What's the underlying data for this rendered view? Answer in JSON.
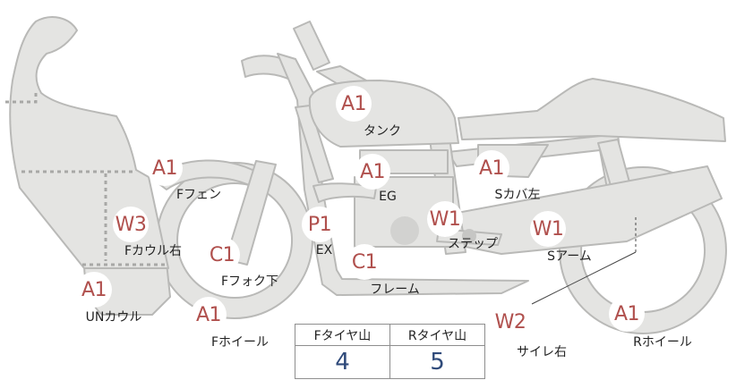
{
  "parts": [
    {
      "code": "A1",
      "name": "タンク"
    },
    {
      "code": "A1",
      "name": "Fフェン"
    },
    {
      "code": "A1",
      "name": "EG"
    },
    {
      "code": "A1",
      "name": "Sカバ左"
    },
    {
      "code": "W3",
      "name": "Fカウル右"
    },
    {
      "code": "P1",
      "name": "EX"
    },
    {
      "code": "W1",
      "name": "ステップ"
    },
    {
      "code": "W1",
      "name": "Sアーム"
    },
    {
      "code": "C1",
      "name": "Fフォク下"
    },
    {
      "code": "C1",
      "name": "フレーム"
    },
    {
      "code": "A1",
      "name": "UNカウル"
    },
    {
      "code": "A1",
      "name": "Fホイール"
    },
    {
      "code": "W2",
      "name": "サイレ右"
    },
    {
      "code": "A1",
      "name": "Rホイール"
    }
  ],
  "tread": {
    "front_label": "Fタイヤ山",
    "rear_label": "Rタイヤ山",
    "front_value": "4",
    "rear_value": "5"
  },
  "colors": {
    "badge_text": "#b0504d",
    "tread_value": "#2f4a7a",
    "bike_fill": "#e4e4e2",
    "bike_stroke": "#b7b7b5"
  }
}
